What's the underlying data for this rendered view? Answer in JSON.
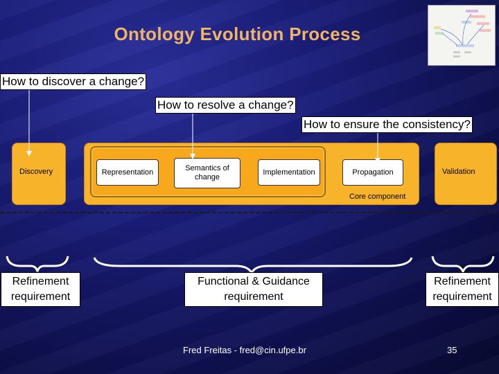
{
  "slide": {
    "title": "Ontology Evolution Process",
    "questions": {
      "discover": "How to discover a change?",
      "resolve": "How to resolve a change?",
      "consistency": "How to ensure the consistency?"
    },
    "stages": {
      "discovery": "Discovery",
      "representation": "Representation",
      "semantics": "Semantics of change",
      "implementation": "Implementation",
      "propagation": "Propagation",
      "validation": "Validation"
    },
    "core_label": "Core component",
    "requirements": {
      "left": "Refinement requirement",
      "center": "Functional & Guidance requirement",
      "right": "Refinement requirement"
    },
    "footer": {
      "author": "Fred Freitas - fred@cin.ufpe.br",
      "page_number": "35"
    }
  },
  "colors": {
    "title": "#f0b466",
    "panel": "#f7b32a",
    "background": "#1a1d78"
  }
}
